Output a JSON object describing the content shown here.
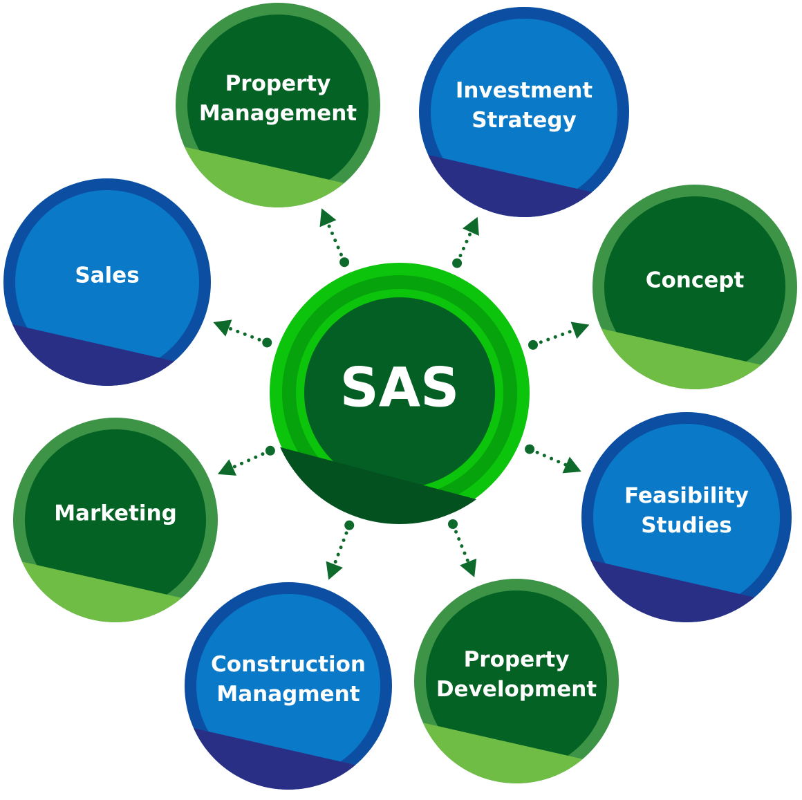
{
  "hub": {
    "label": "SAS"
  },
  "nodes": [
    {
      "id": "property-management",
      "lines": [
        "Property",
        "Management"
      ],
      "theme": "green"
    },
    {
      "id": "investment-strategy",
      "lines": [
        "Investment",
        "Strategy"
      ],
      "theme": "blue"
    },
    {
      "id": "concept",
      "lines": [
        "Concept"
      ],
      "theme": "green"
    },
    {
      "id": "feasibility-studies",
      "lines": [
        "Feasibility",
        "Studies"
      ],
      "theme": "blue"
    },
    {
      "id": "property-development",
      "lines": [
        "Property",
        "Development"
      ],
      "theme": "green"
    },
    {
      "id": "construction-managment",
      "lines": [
        "Construction",
        "Managment"
      ],
      "theme": "blue"
    },
    {
      "id": "marketing",
      "lines": [
        "Marketing"
      ],
      "theme": "green"
    },
    {
      "id": "sales",
      "lines": [
        "Sales"
      ],
      "theme": "blue"
    }
  ],
  "colors": {
    "green_ring": "#3d9447",
    "green_fill": "#036224",
    "green_wedge": "#6fbd45",
    "blue_ring": "#0c4fa2",
    "blue_fill": "#0a79c8",
    "blue_wedge": "#2a2f86",
    "hub_outer": "#0bc40b",
    "hub_ring2": "#06a30c",
    "hub_fill": "#045f24",
    "hub_wedge": "#045120",
    "arrow": "#0e6a2b"
  }
}
